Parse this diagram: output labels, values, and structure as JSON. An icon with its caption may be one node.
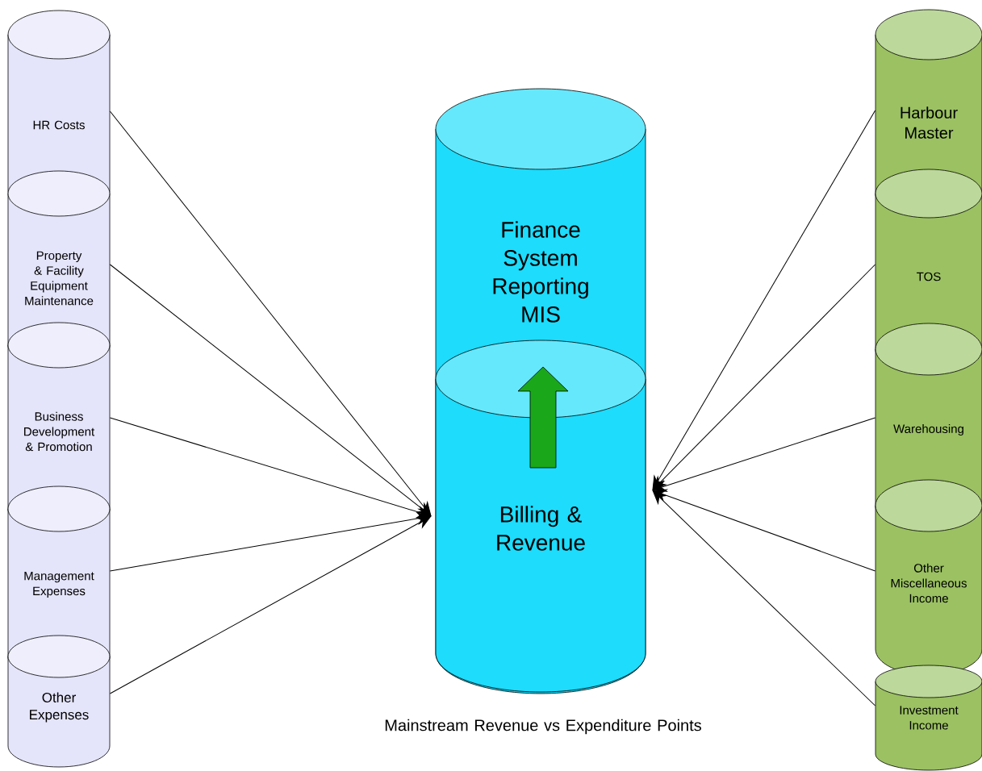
{
  "diagram": {
    "caption": "Mainstream Revenue vs Expenditure Points",
    "nodes": [
      {
        "text": [
          "HR Costs"
        ]
      },
      {
        "text": [
          "Property & Facility Equipment Maintenance"
        ]
      },
      {
        "text": [
          "Business Development & Promotion"
        ]
      },
      {
        "text": [
          "Management Expenses"
        ]
      },
      {
        "text": [
          "Other Expenses"
        ]
      },
      {
        "text": [
          "Finance System Reporting MIS"
        ]
      },
      {
        "text": [
          "Billing & Revenue"
        ],
        "in": 5
      },
      {
        "text": [
          "Harbour Master"
        ]
      },
      {
        "text": [
          "TOS"
        ]
      },
      {
        "text": [
          "Warehousing"
        ]
      },
      {
        "text": [
          "Other Miscellaneous Income"
        ]
      },
      {
        "text": [
          "Investment Income"
        ]
      }
    ],
    "edges": [
      {
        "from": 0,
        "to": 6,
        "arrow": "to"
      },
      {
        "from": 1,
        "to": 6,
        "arrow": "to"
      },
      {
        "from": 2,
        "to": 6,
        "arrow": "to"
      },
      {
        "from": 3,
        "to": 6,
        "arrow": "to"
      },
      {
        "from": 4,
        "to": 6,
        "arrow": "to"
      },
      {
        "from": 7,
        "to": 6,
        "arrow": "to"
      },
      {
        "from": 8,
        "to": 6,
        "arrow": "to"
      },
      {
        "from": 9,
        "to": 6,
        "arrow": "to"
      },
      {
        "from": 10,
        "to": 6,
        "arrow": "to"
      },
      {
        "from": 11,
        "to": 6,
        "arrow": "to"
      }
    ]
  }
}
